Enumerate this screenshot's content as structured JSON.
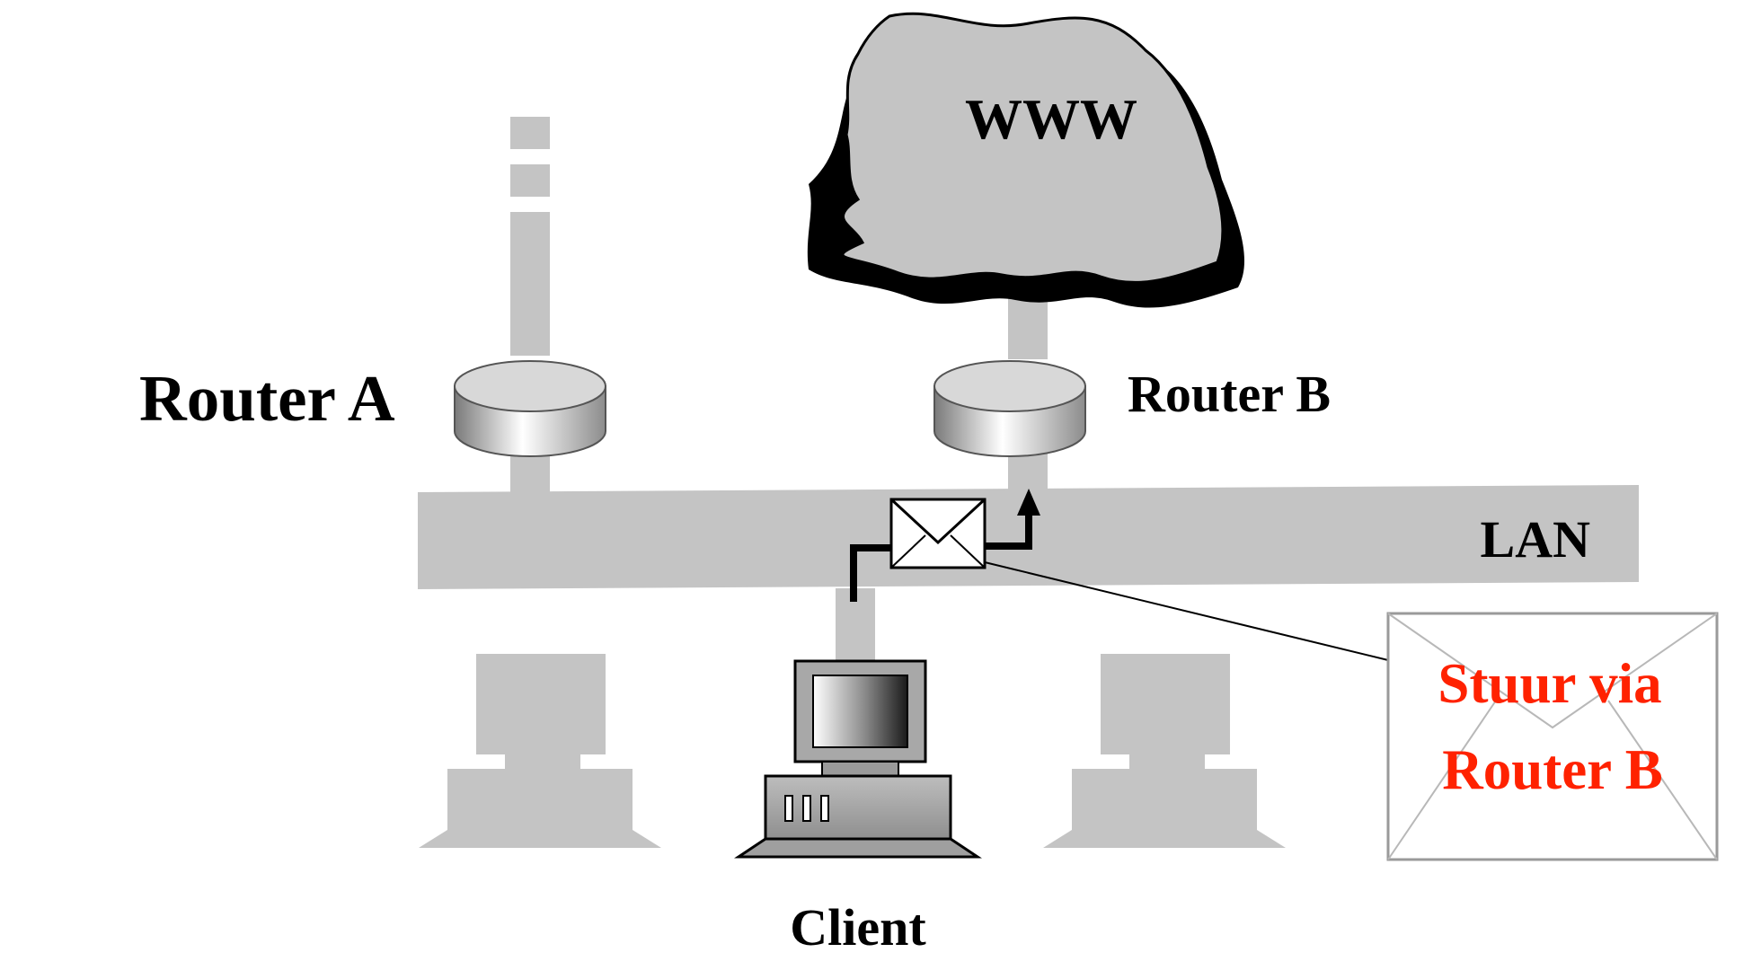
{
  "labels": {
    "router_a": "Router A",
    "router_b": "Router B",
    "cloud": "WWW",
    "lan": "LAN",
    "client": "Client",
    "callout_line1": "Stuur via",
    "callout_line2": "Router B"
  },
  "colors": {
    "background": "#ffffff",
    "network_gray": "#c4c4c4",
    "cloud_shadow": "#000000",
    "callout_text": "#ff2200",
    "text": "#000000"
  },
  "icons": {
    "router": "router-cylinder-icon",
    "cloud": "cloud-icon",
    "computer": "desktop-computer-icon",
    "packet": "envelope-icon",
    "route_arrow": "arrow-up-icon"
  }
}
